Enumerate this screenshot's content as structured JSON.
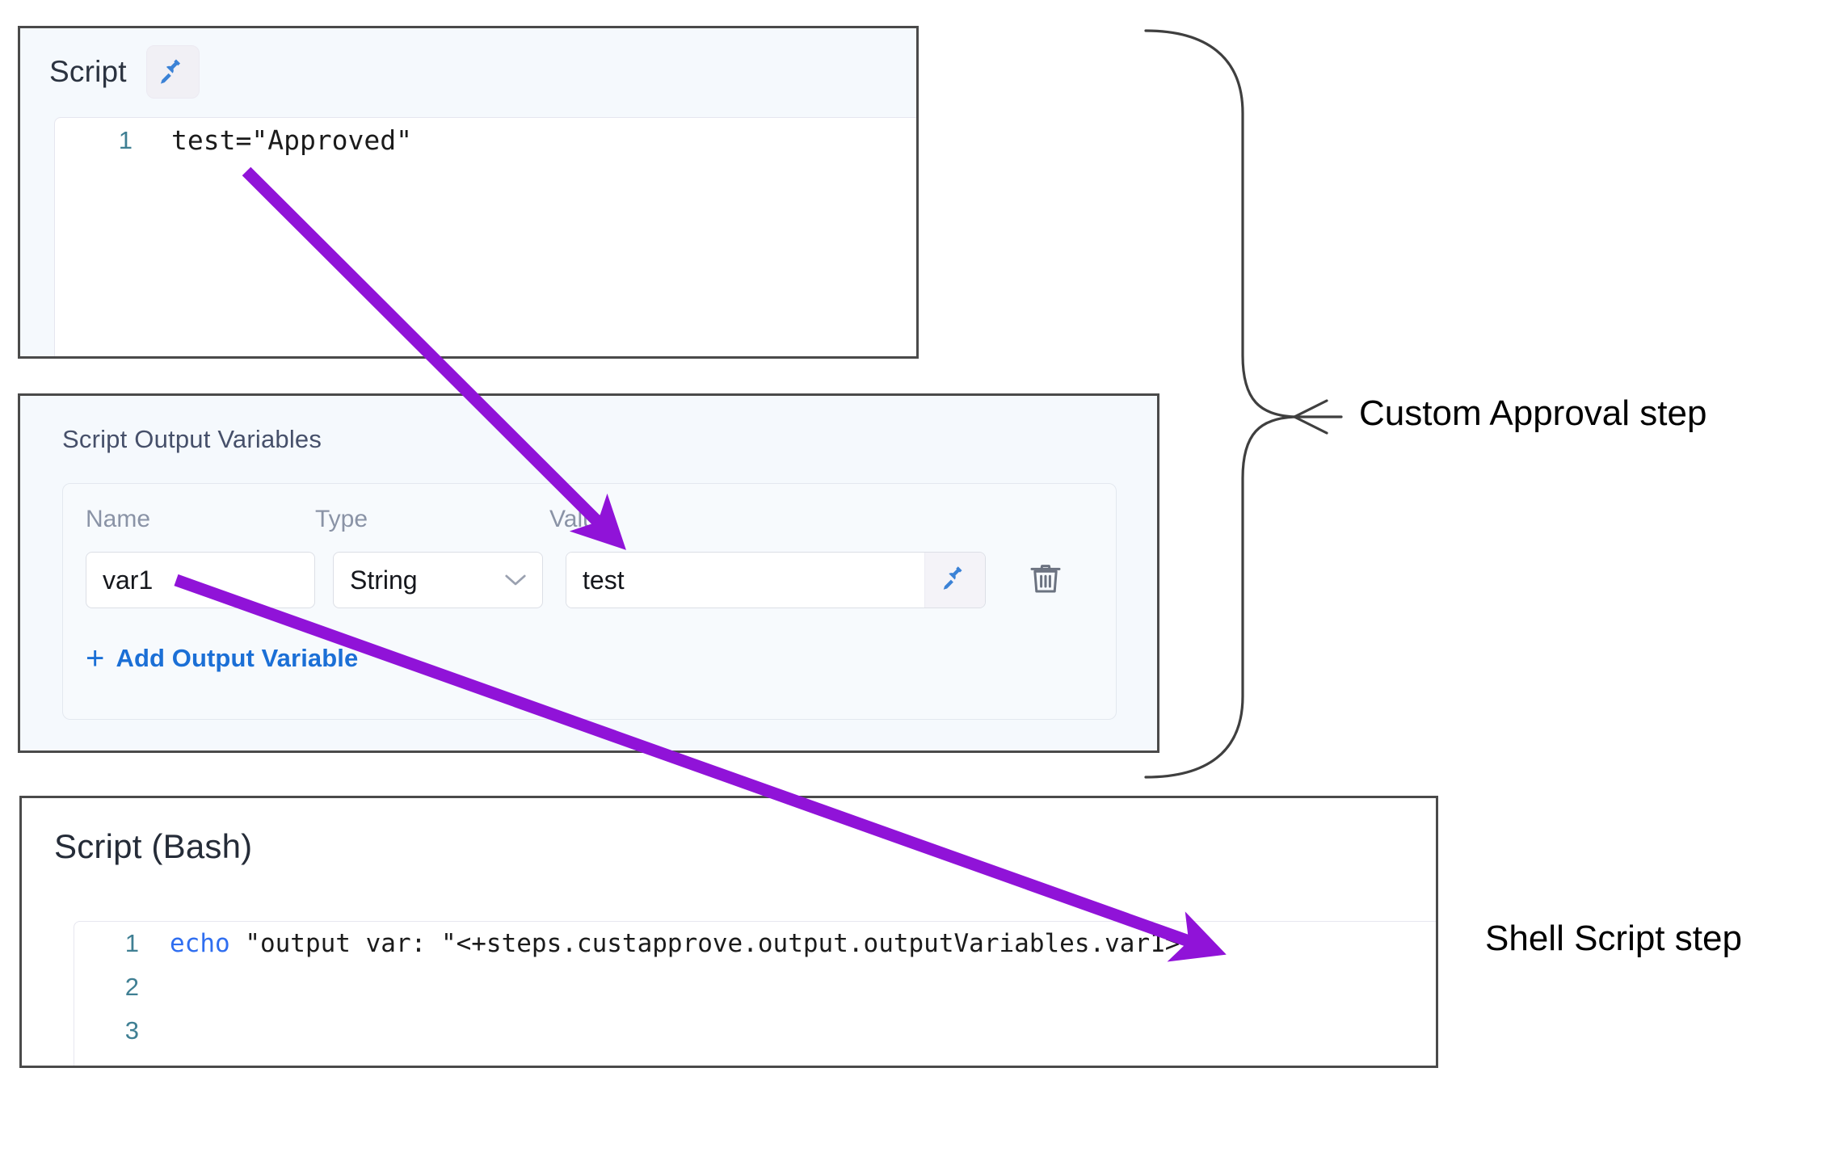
{
  "panels": {
    "script": {
      "title": "Script",
      "pin_icon": "pin-icon",
      "code": {
        "lines": [
          {
            "number": "1",
            "text": "test=\"Approved\""
          }
        ]
      }
    },
    "output_variables": {
      "title": "Script Output Variables",
      "columns": [
        "Name",
        "Type",
        "Value"
      ],
      "rows": [
        {
          "name": "var1",
          "type": "String",
          "type_chevron": "chevron-down-icon",
          "value": "test",
          "value_pin_icon": "pin-icon",
          "delete_icon": "trash-icon"
        }
      ],
      "add_button": {
        "plus": "+",
        "label": "Add Output Variable"
      }
    },
    "bash": {
      "title": "Script (Bash)",
      "code": {
        "lines": [
          {
            "number": "1",
            "keyword": "echo",
            "text": " \"output var: \"<+steps.custapprove.output.outputVariables.var1>"
          },
          {
            "number": "2",
            "keyword": "",
            "text": ""
          },
          {
            "number": "3",
            "keyword": "",
            "text": ""
          }
        ]
      }
    }
  },
  "annotations": {
    "brace_label": "Custom Approval step",
    "side_label": "Shell Script step",
    "arrow_color": "#9013d8",
    "arrows": [
      {
        "name": "script-to-value-arrow",
        "from": "script code line 1",
        "to": "Value column"
      },
      {
        "name": "varname-to-expression-arrow",
        "from": "var1 name field",
        "to": "outputVariables.var1 expression"
      }
    ]
  },
  "colors": {
    "panel_border": "#4a4a4a",
    "panel_tint": "#f5f9fd",
    "link_blue": "#1b6fd6",
    "pin_blue": "#3b82d6",
    "keyword_blue": "#2f6ef0",
    "gutter_teal": "#3f7f93",
    "arrow_purple": "#9013d8"
  }
}
